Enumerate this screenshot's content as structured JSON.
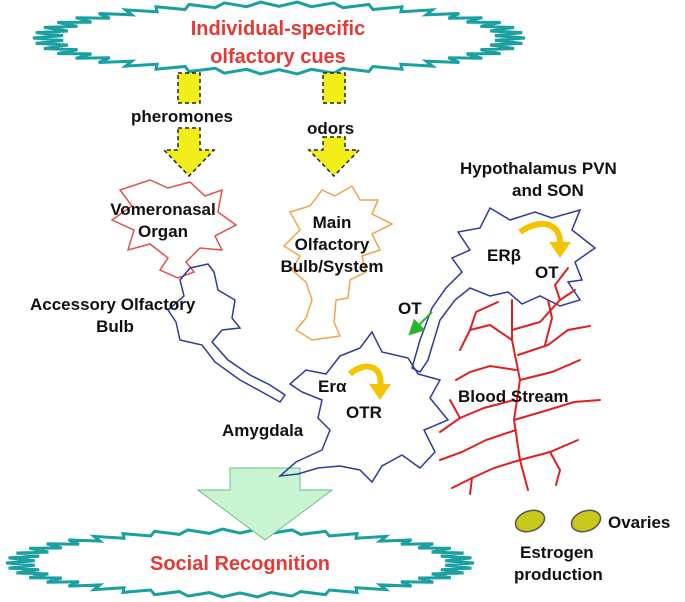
{
  "top_cloud": {
    "line1": "Individual-specific",
    "line2": "olfactory cues"
  },
  "bottom_cloud": {
    "label": "Social Recognition"
  },
  "arrows": {
    "pheromones": "pheromones",
    "odors": "odors"
  },
  "regions": {
    "vomeronasal_1": "Vomeronasal",
    "vomeronasal_2": "Organ",
    "main_olf_1": "Main",
    "main_olf_2": "Olfactory",
    "main_olf_3": "Bulb/System",
    "accessory_1": "Accessory Olfactory",
    "accessory_2": "Bulb",
    "hypothalamus_1": "Hypothalamus PVN",
    "hypothalamus_2": "and SON",
    "amygdala": "Amygdala",
    "blood_stream": "Blood Stream",
    "ovaries": "Ovaries",
    "estrogen_1": "Estrogen",
    "estrogen_2": "production"
  },
  "molecules": {
    "er_beta": "ERβ",
    "ot_hypo": "OT",
    "ot_release": "OT",
    "er_alpha": "Erα",
    "otr": "OTR"
  },
  "colors": {
    "cloud_stroke": "#1aa0a0",
    "title_red": "#e53935",
    "arrow_yellow": "#f2ee1a",
    "neuron_blue": "#2d3a9e",
    "neuron_orange": "#f5a24a",
    "neuron_red": "#e05050",
    "blood_red": "#e02020",
    "curve_arrow": "#f5c400",
    "social_arrow": "#c9f5d3",
    "ovary": "#c8c81a"
  }
}
